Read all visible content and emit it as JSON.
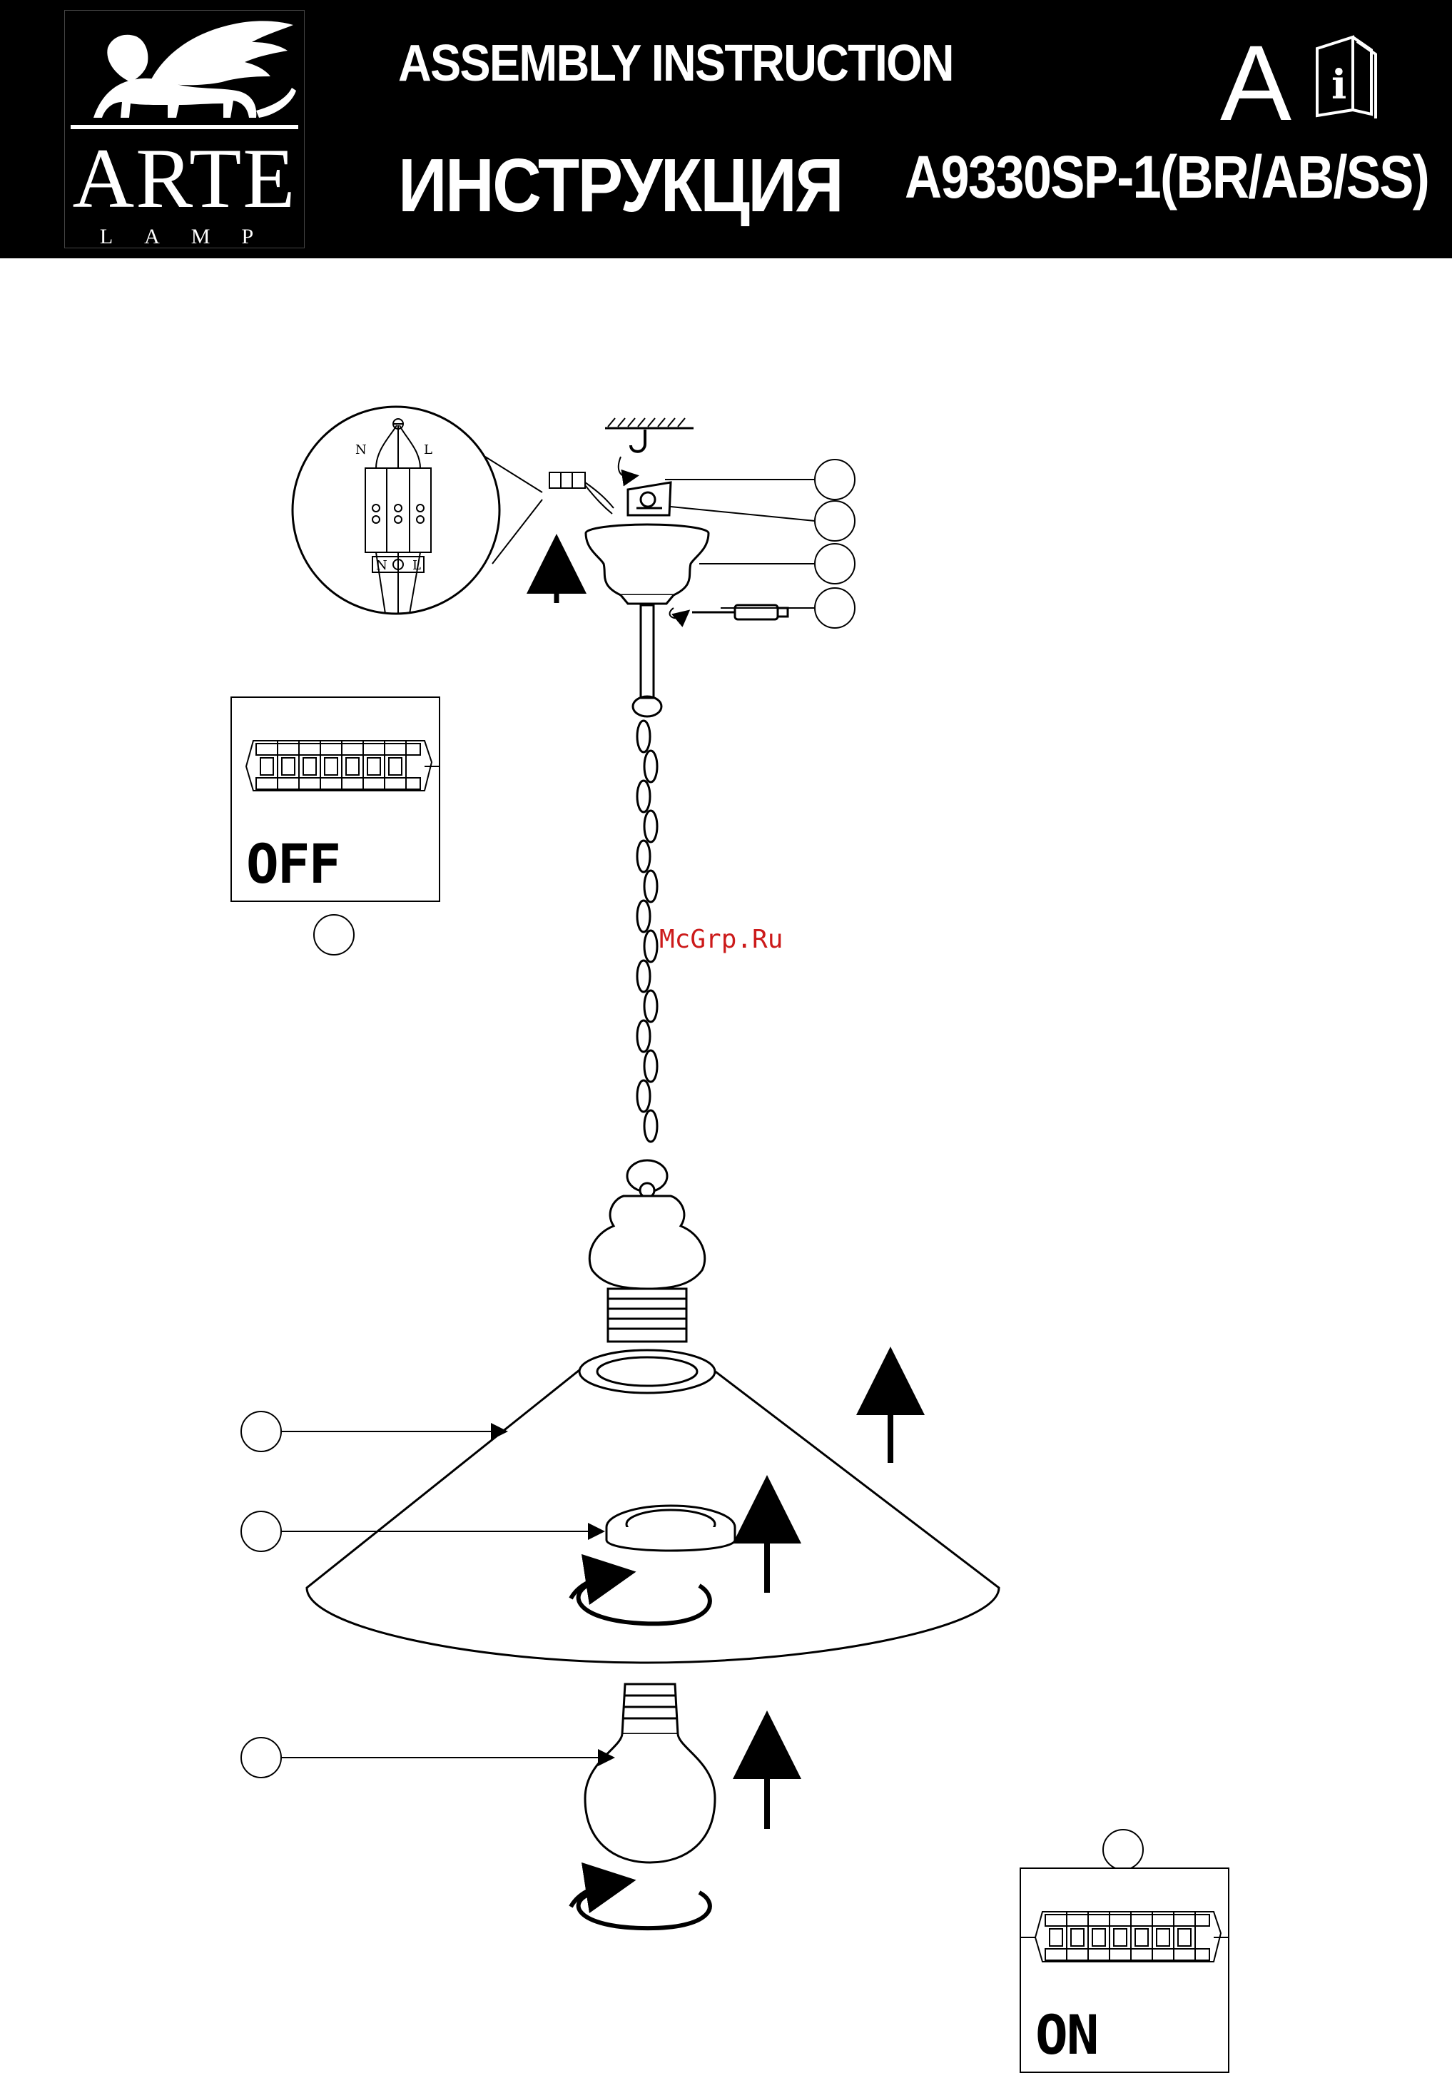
{
  "header": {
    "brand_name": "ARTE",
    "brand_sub": "LAMP",
    "title_en": "ASSEMBLY INSTRUCTION",
    "title_ru": "ИНСТРУКЦИЯ",
    "model": "A9330SP-1(BR/AB/SS)",
    "section_letter": "A",
    "info_icon": "manual-info-icon"
  },
  "wiring_detail": {
    "label_n_top": "N",
    "label_l_top": "L",
    "label_n_bottom": "N",
    "label_l_bottom": "L"
  },
  "switch_panels": {
    "off_label": "OFF",
    "on_label": "ON"
  },
  "watermark": "McGrp.Ru"
}
